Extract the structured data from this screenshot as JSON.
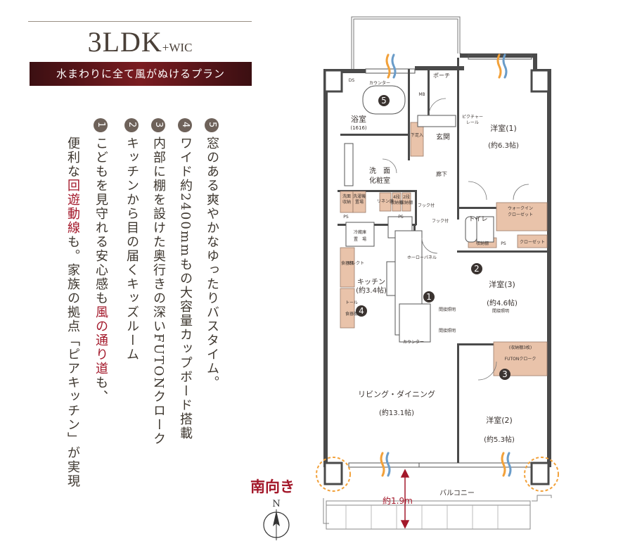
{
  "header": {
    "title_main": "3LDK",
    "title_suffix": "+WIC",
    "subtitle": "水まわりに全て風がぬけるプラン"
  },
  "features": [
    {
      "number": "5",
      "text": "窓のある爽やかなゆったりバスタイム。"
    },
    {
      "number": "4",
      "text": "ワイド約2400mmもの大容量カップボード搭載"
    },
    {
      "number": "3",
      "text": "内部に棚を設けた奥行きの深いFUTONクローク"
    },
    {
      "number": "2",
      "text": "キッチンから目の届くキッズルーム"
    },
    {
      "number": "1",
      "text": "こどもを見守れる安心感も風の通り道も、"
    }
  ],
  "summary": {
    "line1_prefix": "便利な",
    "line1_highlight": "回遊動線",
    "line1_suffix": "も。家族の拠点「ピアキッチン」が実現",
    "line0_prefix": "こどもを見守れる安心感も",
    "line0_highlight": "風の通り道",
    "line0_suffix": "も、"
  },
  "orientation": {
    "label": "南向き",
    "compass_letter": "N"
  },
  "floorplan": {
    "rooms": {
      "western_1": "洋室(1)",
      "western_1_size": "(約6.3帖)",
      "western_2": "洋室(2)",
      "western_2_size": "(約5.3帖)",
      "western_3": "洋室(3)",
      "western_3_size": "(約4.6帖)",
      "bath": "浴室",
      "bath_size": "(1616)",
      "washroom": "洗　面",
      "washroom2": "化粧室",
      "kitchen": "キッチン",
      "kitchen_size": "(約3.4帖)",
      "living": "リビング・ダイニング",
      "living_size": "(約13.1帖)",
      "entrance": "玄関",
      "corridor": "廊下",
      "toilet": "トイレ",
      "porch": "ポーチ",
      "balcony": "バルコニー",
      "wic": "ウォークイン",
      "wic2": "クローゼット",
      "closet": "クローゼット",
      "futon": "FUTONクローク",
      "futon_shelf": "(収納棚3枚)",
      "counter_top": "カウンター",
      "counter_bottom": "カウンター",
      "shoe": "下足入",
      "linen": "リネン庫",
      "fridge": "冷蔵庫",
      "fridge2": "置　場",
      "select": "セレクト",
      "select2": "食器棚",
      "tall": "トール",
      "tall2": "食器棚",
      "picture_rail": "ピクチャー",
      "picture_rail2": "レール",
      "hook1": "フック付",
      "hook2": "フック付",
      "hole_panel": "ホーローパネル",
      "light1": "間接照明",
      "light2": "間接照明",
      "light3": "間接照明",
      "ds": "DS",
      "mb": "MB",
      "ps1": "PS",
      "ps2": "PS",
      "ps3": "PS",
      "washer": "洗濯機",
      "washer2": "置場",
      "wash_shelf": "洗面",
      "wash_shelf2": "収納",
      "storage1": "4段",
      "storage1b": "収納棚",
      "storage2": "2段",
      "storage2b": "収納棚",
      "storage3": "収納棚"
    },
    "balcony_depth": "約1.9m",
    "markers": [
      "5",
      "1",
      "2",
      "3",
      "4"
    ],
    "colors": {
      "wall": "#4a4a4a",
      "storage": "#e9c3aa",
      "wind_orange": "#f2a13a",
      "wind_blue": "#6a9cc9",
      "accent": "#a3182a"
    }
  }
}
